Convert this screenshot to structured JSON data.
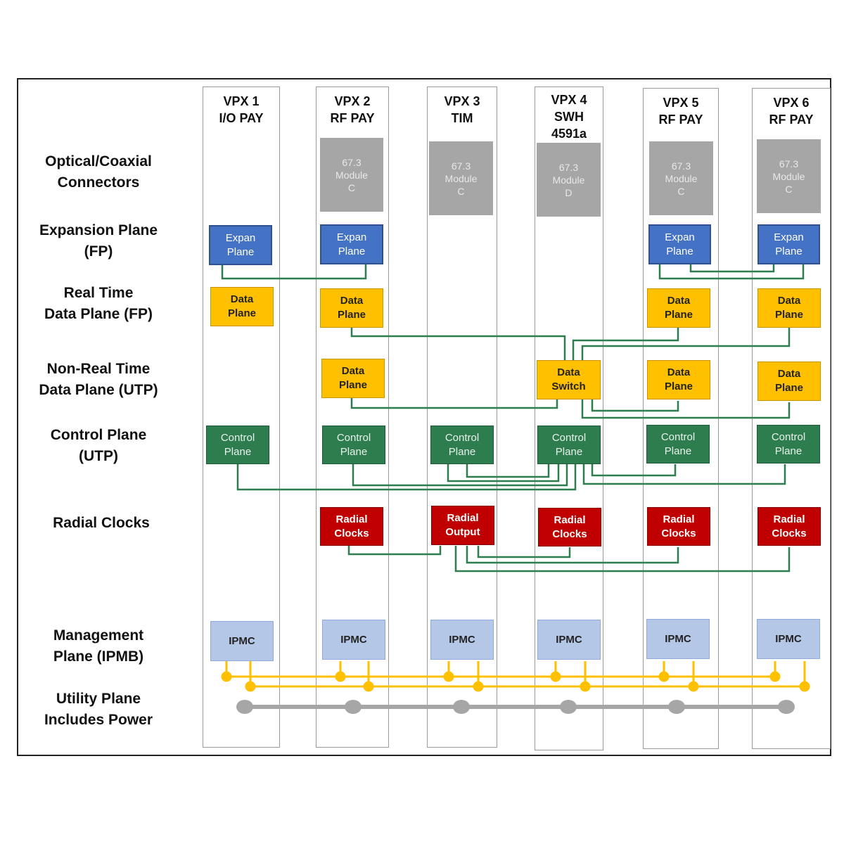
{
  "row_labels": [
    "Optical/Coaxial\nConnectors",
    "Expansion Plane\n(FP)",
    "Real Time\nData Plane (FP)",
    "Non-Real Time\nData Plane (UTP)",
    "Control Plane\n(UTP)",
    "Radial Clocks",
    "Management\nPlane (IPMB)",
    "Utility Plane\nIncludes Power"
  ],
  "columns": [
    {
      "head": "VPX 1\nI/O PAY"
    },
    {
      "head": "VPX 2\nRF PAY"
    },
    {
      "head": "VPX 3\nTIM"
    },
    {
      "head": "VPX 4\nSWH\n4591a"
    },
    {
      "head": "VPX 5\nRF PAY"
    },
    {
      "head": "VPX 6\nRF PAY"
    }
  ],
  "boxes": {
    "module_c": "67.3\nModule\nC",
    "module_d": "67.3\nModule\nD",
    "expan_plane": "Expan\nPlane",
    "data_plane": "Data\nPlane",
    "data_switch": "Data\nSwitch",
    "control_plane": "Control\nPlane",
    "radial_clocks": "Radial\nClocks",
    "radial_output": "Radial\nOutput",
    "ipmc": "IPMC"
  },
  "colors": {
    "module": "#a6a6a6",
    "expansion": "#4472c4",
    "data": "#ffc000",
    "control": "#2e7d4f",
    "clock": "#c00000",
    "ipmc": "#b4c7e7",
    "ipmb_bus": "#ffc000",
    "utility_bus": "#a6a6a6"
  }
}
